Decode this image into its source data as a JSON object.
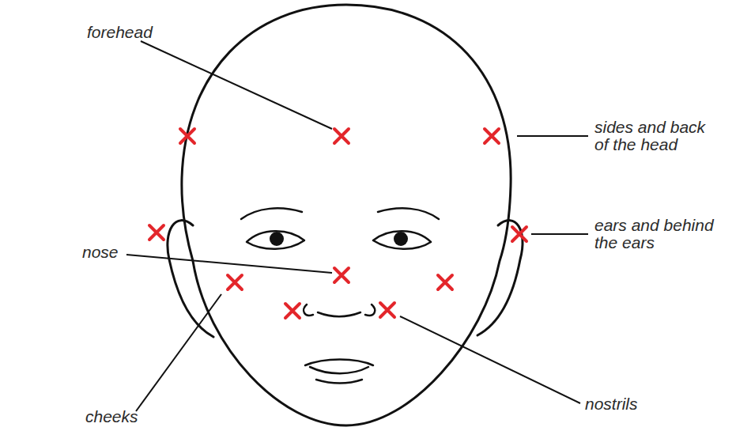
{
  "diagram": {
    "labels": [
      "forehead",
      "sides and back of the head",
      "ears and behind the ears",
      "nose",
      "nostrils",
      "cheeks"
    ]
  }
}
